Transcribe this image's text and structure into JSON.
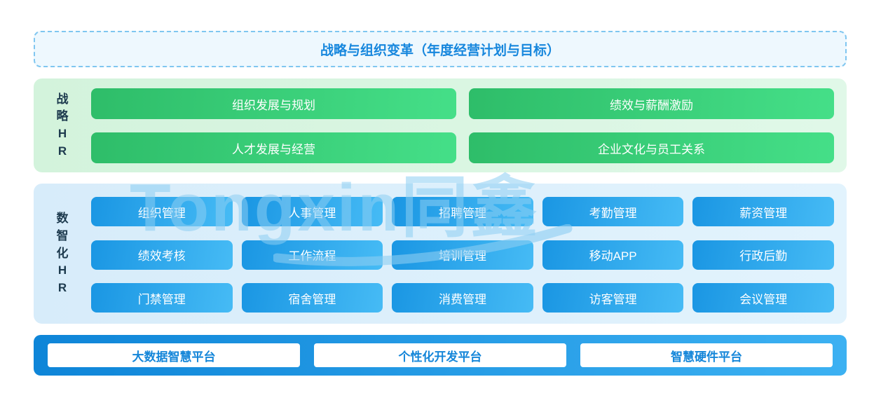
{
  "watermark": {
    "text": "Tongxin同鑫"
  },
  "top_banner": {
    "label": "战略与组织变革（年度经营计划与目标）"
  },
  "strategy_section": {
    "label": "战略HR",
    "label_chars": [
      "战",
      "略",
      "H",
      "R"
    ],
    "blocks": [
      "组织发展与规划",
      "绩效与薪酬激励",
      "人才发展与经营",
      "企业文化与员工关系"
    ]
  },
  "digital_section": {
    "label": "数智化HR",
    "label_chars": [
      "数",
      "智",
      "化",
      "H",
      "R"
    ],
    "rows": [
      [
        "组织管理",
        "人事管理",
        "招聘管理",
        "考勤管理",
        "薪资管理"
      ],
      [
        "绩效考核",
        "工作流程",
        "培训管理",
        "移动APP",
        "行政后勤"
      ],
      [
        "门禁管理",
        "宿舍管理",
        "消费管理",
        "访客管理",
        "会议管理"
      ]
    ]
  },
  "platform_bar": {
    "items": [
      "大数据智慧平台",
      "个性化开发平台",
      "智慧硬件平台"
    ]
  },
  "colors": {
    "accent_blue": "#1787dd",
    "green_gradient_start": "#2ebd69",
    "green_gradient_end": "#45df88",
    "blue_gradient_start": "#1a96e3",
    "blue_gradient_end": "#46bbf5",
    "platform_bar_start": "#0e85d8",
    "platform_bar_end": "#3cb1f2",
    "watermark_color": "#8ccdf2"
  }
}
